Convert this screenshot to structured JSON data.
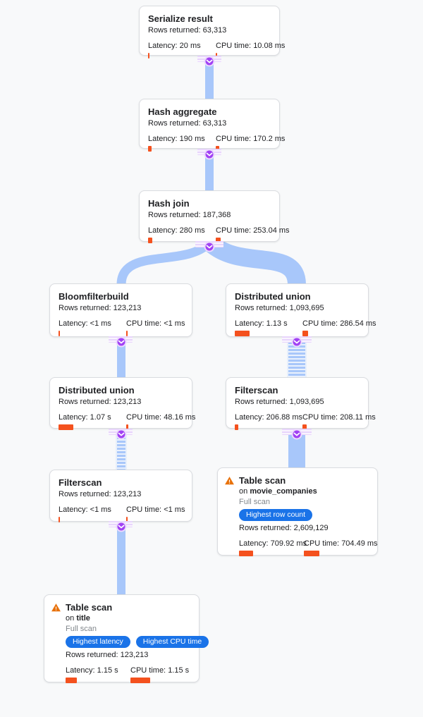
{
  "labels": {
    "rows_returned": "Rows returned:",
    "latency": "Latency:",
    "cpu_time": "CPU time:",
    "on": "on",
    "full_scan": "Full scan"
  },
  "colors": {
    "connector": "#a8c7fa",
    "metric_bar": "#f4511e",
    "badge": "#1a73e8",
    "chevron_circle": "#a142f4",
    "warning": "#e8710a",
    "card_border": "#dadce0",
    "background": "#f8f9fa"
  },
  "nodes": [
    {
      "title": "Serialize result",
      "rows": "63,313",
      "latency": "20 ms",
      "cpu": "10.08 ms",
      "latency_bar": "2px",
      "cpu_bar": "2px"
    },
    {
      "title": "Hash aggregate",
      "rows": "63,313",
      "latency": "190 ms",
      "cpu": "170.2 ms",
      "latency_bar": "5px",
      "cpu_bar": "5px"
    },
    {
      "title": "Hash join",
      "rows": "187,368",
      "latency": "280 ms",
      "cpu": "253.04 ms",
      "latency_bar": "6px",
      "cpu_bar": "7px"
    },
    {
      "title": "Bloomfilterbuild",
      "rows": "123,213",
      "latency": "<1 ms",
      "cpu": "<1 ms",
      "latency_bar": "2px",
      "cpu_bar": "2px"
    },
    {
      "title": "Distributed union",
      "rows": "1,093,695",
      "latency": "1.13 s",
      "cpu": "286.54 ms",
      "latency_bar": "21px",
      "cpu_bar": "8px"
    },
    {
      "title": "Distributed union",
      "rows": "123,213",
      "latency": "1.07 s",
      "cpu": "48.16 ms",
      "latency_bar": "21px",
      "cpu_bar": "3px"
    },
    {
      "title": "Filterscan",
      "rows": "1,093,695",
      "latency": "206.88 ms",
      "cpu": "208.11 ms",
      "latency_bar": "5px",
      "cpu_bar": "6px"
    },
    {
      "title": "Filterscan",
      "rows": "123,213",
      "latency": "<1 ms",
      "cpu": "<1 ms",
      "latency_bar": "2px",
      "cpu_bar": "2px"
    },
    {
      "title": "Table scan",
      "table": "movie_companies",
      "scan_type": "Full scan",
      "badges": [
        "Highest row count"
      ],
      "rows": "2,609,129",
      "latency": "709.92 ms",
      "cpu": "704.49 ms",
      "latency_bar": "20px",
      "cpu_bar": "22px"
    },
    {
      "title": "Table scan",
      "table": "title",
      "scan_type": "Full scan",
      "badges": [
        "Highest latency",
        "Highest CPU time"
      ],
      "rows": "123,213",
      "latency": "1.15 s",
      "cpu": "1.15 s",
      "latency_bar": "16px",
      "cpu_bar": "28px"
    }
  ]
}
